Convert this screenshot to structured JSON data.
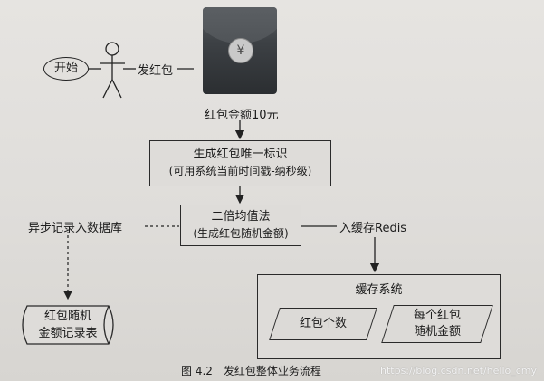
{
  "diagram": {
    "start": "开始",
    "action": "发红包",
    "envelope_symbol": "¥",
    "amount": "红包金额10元",
    "step1": {
      "line1": "生成红包唯一标识",
      "line2": "(可用系统当前时间戳-纳秒级)"
    },
    "step2": {
      "line1": "二倍均值法",
      "line2": "(生成红包随机金额)"
    },
    "async_label": "异步记录入数据库",
    "cache_label": "入缓存Redis",
    "db": {
      "line1": "红包随机",
      "line2": "金额记录表"
    },
    "cache_system": {
      "title": "缓存系统",
      "item1": "红包个数",
      "item2": {
        "line1": "每个红包",
        "line2": "随机金额"
      }
    }
  },
  "caption": "图 4.2　发红包整体业务流程",
  "watermark": "https://blog.csdn.net/hello_cmy"
}
